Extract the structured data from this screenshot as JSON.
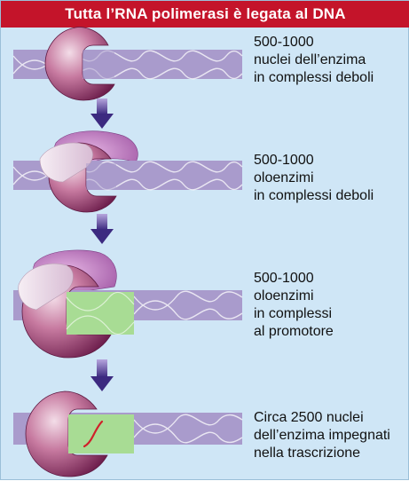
{
  "title": "Tutta l’RNA polimerasi è legata al DNA",
  "stages": [
    {
      "lines": [
        "500-1000",
        "nuclei dell’enzima",
        "in complessi deboli"
      ]
    },
    {
      "lines": [
        "500-1000",
        "oloenzimi",
        "in complessi deboli"
      ]
    },
    {
      "lines": [
        "500-1000",
        "oloenzimi",
        "in complessi",
        "al promotore"
      ]
    },
    {
      "lines": [
        "Circa 2500 nuclei",
        "dell’enzima impegnati",
        "nella trascrizione"
      ]
    }
  ],
  "colors": {
    "title_bg": "#c4142a",
    "panel_bg": "#cfe6f6",
    "dna_band": "#a99bcc",
    "enzyme": "#9a3a70",
    "sigma_factor": "#b874b8",
    "open_dna": "#a8dc94",
    "rna": "#d0202a",
    "arrow": "#4a3a8c"
  },
  "icons": [
    "rna-polymerase-core-icon",
    "sigma-factor-icon",
    "dna-helix-icon",
    "down-arrow-icon",
    "rna-strand-icon"
  ]
}
